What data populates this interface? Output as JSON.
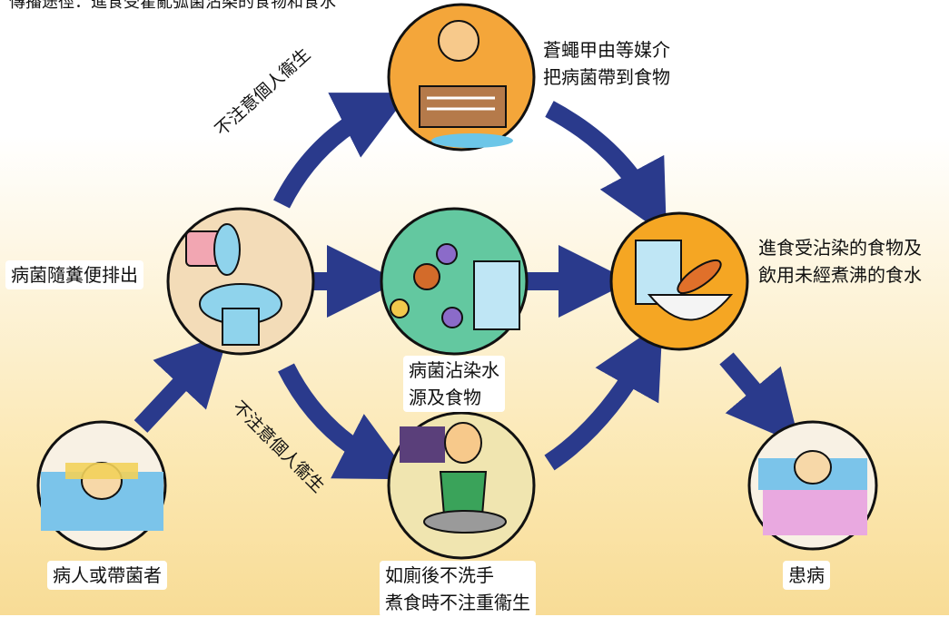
{
  "title": "傳播途徑：進食受霍亂弧菌沾染的食物和食水",
  "labels": {
    "flies": [
      "蒼蠅甲由等媒介",
      "把病菌帶到食物"
    ],
    "excrete": "病菌隨糞便排出",
    "contaminate": [
      "病菌沾染水",
      "源及食物"
    ],
    "eat": [
      "進食受沾染的食物及",
      "飲用未經煮沸的食水"
    ],
    "patient": "病人或帶菌者",
    "toilet_habit": [
      "如廁後不洗手",
      "煮食時不注重衞生"
    ],
    "sick": "患病",
    "hygiene_upper": "不注意個人衞生",
    "hygiene_lower": "不注意個人衞生"
  },
  "colors": {
    "arrow": "#2a3a8c",
    "ring": "#1a1a1a",
    "circle_fill": "#f5a623"
  }
}
